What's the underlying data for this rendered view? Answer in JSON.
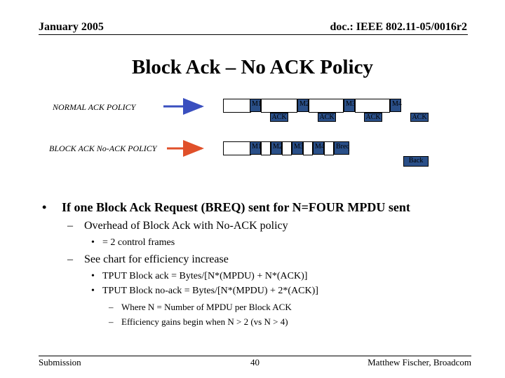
{
  "header": {
    "date": "January 2005",
    "doc": "doc.: IEEE 802.11-05/0016r2"
  },
  "title": "Block Ack – No ACK Policy",
  "diagram": {
    "normal": {
      "label": "NORMAL ACK POLICY",
      "arrow_color": "#3a4fbf",
      "mpdus": [
        "M1",
        "M2",
        "M3",
        "M4"
      ],
      "acks": [
        "ACK",
        "ACK",
        "ACK",
        "ACK"
      ]
    },
    "noack": {
      "label": "BLOCK ACK No-ACK POLICY",
      "arrow_color": "#e0502a",
      "mpdus": [
        "M1",
        "M2",
        "M3",
        "M4"
      ],
      "breq": "Breq",
      "back": "Back"
    },
    "block_color": "#2a4f88"
  },
  "bullets": {
    "main": "If one Block Ack Request (BREQ) sent for N=FOUR MPDU sent",
    "sub1": "Overhead of Block Ack with No-ACK policy",
    "sub1_item": "= 2 control frames",
    "sub2": "See chart for efficiency increase",
    "sub2_items": [
      "TPUT Block ack = Bytes/[N*(MPDU) + N*(ACK)]",
      "TPUT Block no-ack = Bytes/[N*(MPDU) + 2*(ACK)]"
    ],
    "sub3_items": [
      "Where N = Number of MPDU per Block ACK",
      "Efficiency gains begin when N > 2 (vs N > 4)"
    ]
  },
  "footer": {
    "left": "Submission",
    "page": "40",
    "right": "Matthew Fischer, Broadcom"
  }
}
